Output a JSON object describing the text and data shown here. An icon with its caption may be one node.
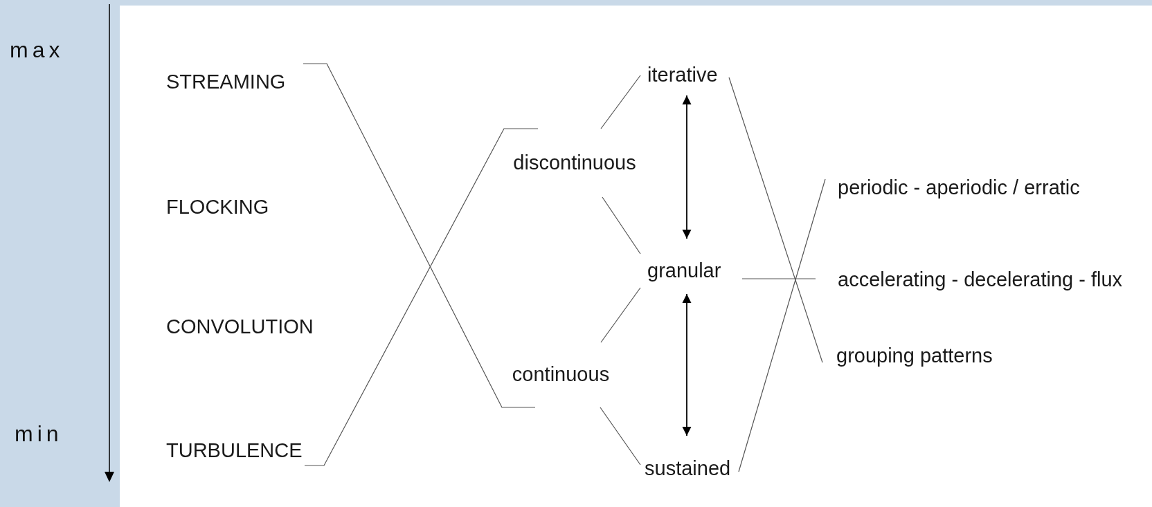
{
  "diagram": {
    "nodes": [
      {
        "text": [
          "STREAMING"
        ]
      },
      {
        "text": [
          "FLOCKING"
        ]
      },
      {
        "text": [
          "CONVOLUTION"
        ]
      },
      {
        "text": [
          "TURBULENCE"
        ]
      },
      {
        "text": [
          "iterative"
        ]
      },
      {
        "text": [
          "discontinuous"
        ]
      },
      {
        "text": [
          "granular"
        ]
      },
      {
        "text": [
          "continuous"
        ]
      },
      {
        "text": [
          "sustained"
        ]
      },
      {
        "text": [
          "periodic - aperiodic / erratic"
        ]
      },
      {
        "text": [
          "accelerating - decelerating - flux"
        ]
      },
      {
        "text": [
          "grouping patterns"
        ]
      }
    ],
    "edges": [
      {
        "from": 0,
        "to": 7,
        "arrow": "none"
      },
      {
        "from": 3,
        "to": 5,
        "arrow": "none"
      },
      {
        "from": 5,
        "to": 4,
        "arrow": "none"
      },
      {
        "from": 5,
        "to": 6,
        "arrow": "none"
      },
      {
        "from": 7,
        "to": 6,
        "arrow": "none"
      },
      {
        "from": 7,
        "to": 8,
        "arrow": "none"
      },
      {
        "from": 4,
        "to": 6,
        "arrow": "both",
        "color": "#000000"
      },
      {
        "from": 6,
        "to": 8,
        "arrow": "both",
        "color": "#000000"
      },
      {
        "from": 4,
        "to": 11,
        "arrow": "none"
      },
      {
        "from": 8,
        "to": 9,
        "arrow": "none"
      },
      {
        "from": 6,
        "to": 10,
        "arrow": "none"
      }
    ],
    "labels": [
      "max",
      "min"
    ]
  }
}
